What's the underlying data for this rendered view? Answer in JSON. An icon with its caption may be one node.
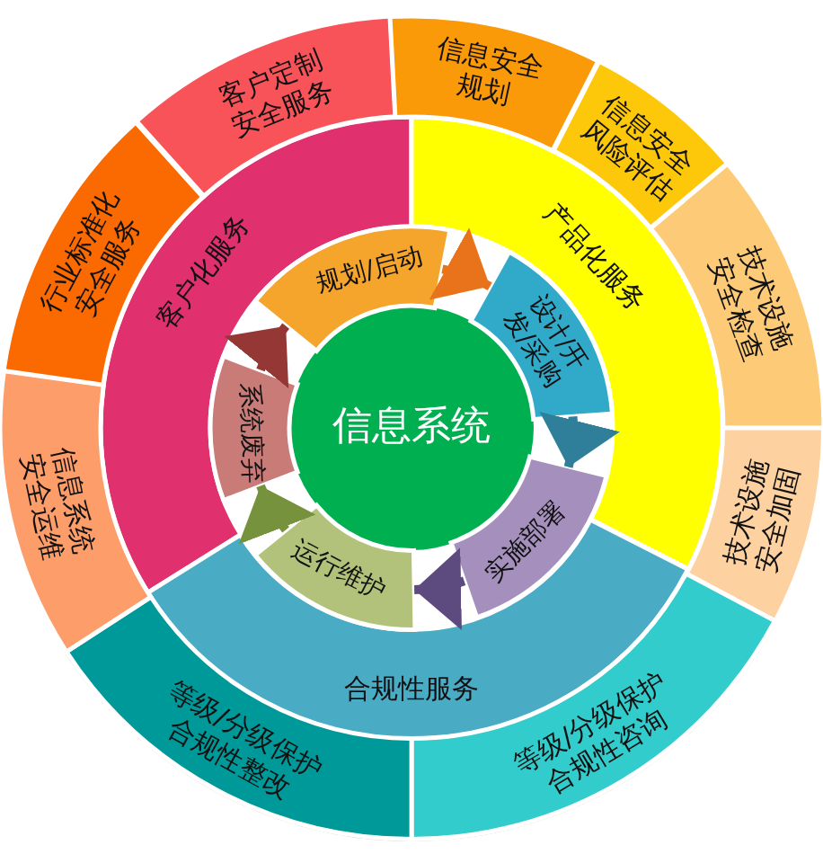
{
  "diagram": {
    "nodes": [
      {
        "text": [
          "信息系统"
        ]
      },
      {
        "text": [
          "客户化服务"
        ]
      },
      {
        "text": [
          "产品化服务"
        ]
      },
      {
        "text": [
          "合规性服务"
        ]
      },
      {
        "text": [
          "规划/启动"
        ]
      },
      {
        "text": [
          "设计/开发/采购"
        ]
      },
      {
        "text": [
          "实施部署"
        ]
      },
      {
        "text": [
          "运行维护"
        ]
      },
      {
        "text": [
          "系统废弃"
        ]
      },
      {
        "text": [
          "客户定制安全服务"
        ]
      },
      {
        "text": [
          "信息安全规划"
        ]
      },
      {
        "text": [
          "信息安全风险评估"
        ]
      },
      {
        "text": [
          "技术设施安全检查"
        ]
      },
      {
        "text": [
          "技术设施安全加固"
        ]
      },
      {
        "text": [
          "等级/分级保护合规性咨询"
        ]
      },
      {
        "text": [
          "等级/分级保护合规性整改"
        ]
      },
      {
        "text": [
          "信息系统安全运维"
        ]
      },
      {
        "text": [
          "行业标准化安全服务"
        ]
      }
    ],
    "edges": [
      {
        "from": 4,
        "to": 5,
        "arrow": "to",
        "color": "#e8731a"
      },
      {
        "from": 5,
        "to": 6,
        "arrow": "to",
        "color": "#2f7f9a"
      },
      {
        "from": 6,
        "to": 7,
        "arrow": "to",
        "color": "#5d4a7e"
      },
      {
        "from": 7,
        "to": 8,
        "arrow": "to",
        "color": "#76923c"
      },
      {
        "from": 8,
        "to": 4,
        "arrow": "to",
        "color": "#953735"
      }
    ]
  }
}
